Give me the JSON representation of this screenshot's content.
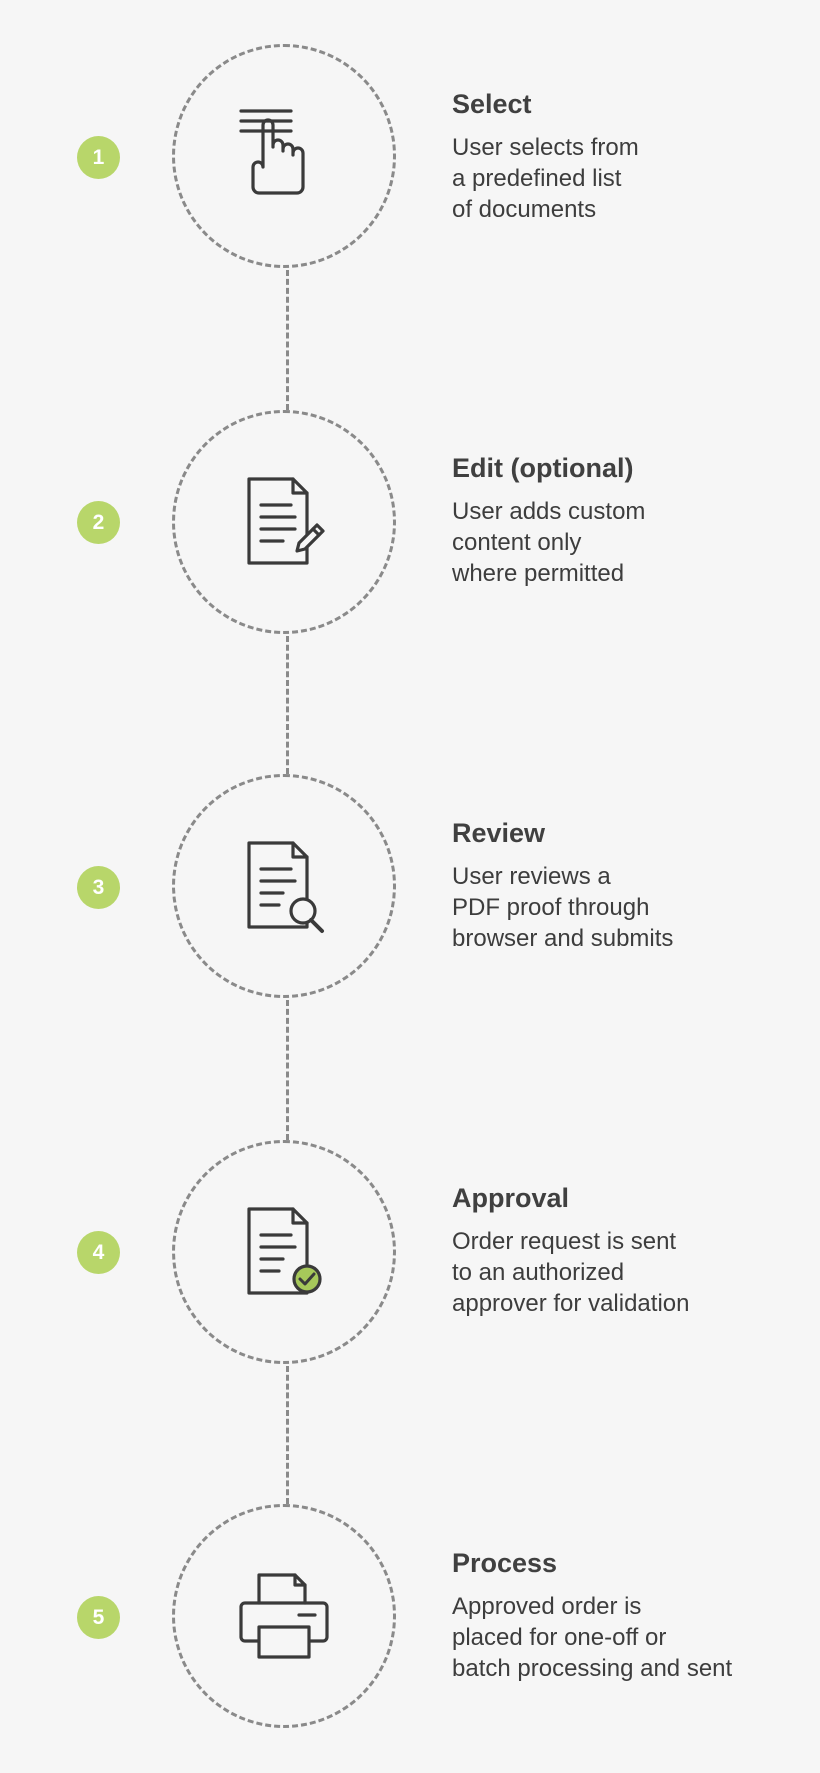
{
  "steps": [
    {
      "number": "1",
      "icon": "pointing-hand-icon",
      "title": "Select",
      "lines": [
        "User selects from",
        "a predefined list",
        "of documents"
      ]
    },
    {
      "number": "2",
      "icon": "document-edit-icon",
      "title": "Edit (optional)",
      "lines": [
        "User adds custom",
        "content only",
        "where permitted"
      ]
    },
    {
      "number": "3",
      "icon": "document-search-icon",
      "title": "Review",
      "lines": [
        "User reviews a",
        "PDF proof through",
        "browser and submits"
      ]
    },
    {
      "number": "4",
      "icon": "document-approved-icon",
      "title": "Approval",
      "lines": [
        "Order request is sent",
        "to an authorized",
        "approver for validation"
      ]
    },
    {
      "number": "5",
      "icon": "printer-icon",
      "title": "Process",
      "lines": [
        "Approved order is",
        "placed for one-off or",
        "batch processing and sent"
      ]
    }
  ],
  "colors": {
    "badge": "#b8d66a",
    "ring": "#8a8a8a",
    "check": "#a6c85a",
    "background": "#f6f6f6"
  }
}
